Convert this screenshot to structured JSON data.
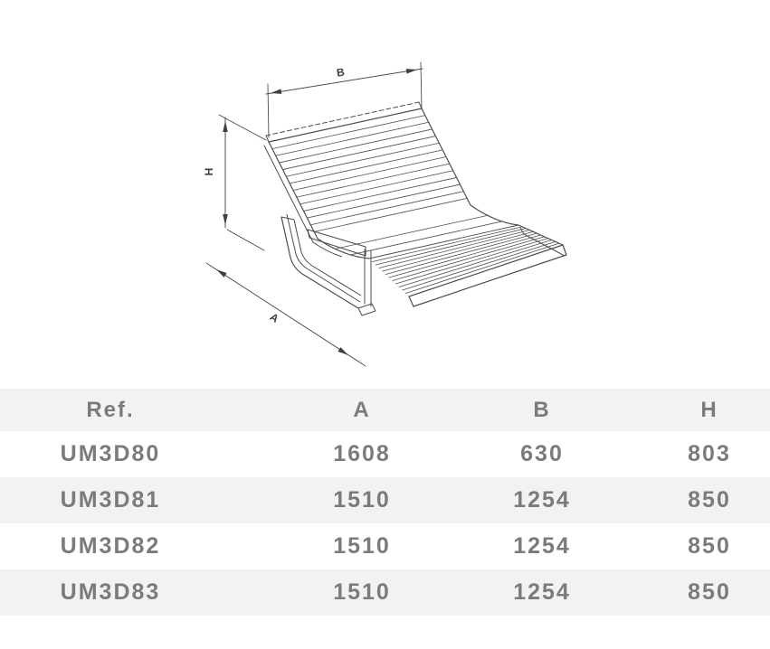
{
  "diagram": {
    "dim_b_label": "B",
    "dim_h_label": "H",
    "dim_a_label": "A",
    "description": "isometric line drawing of slatted bench with dimension lines"
  },
  "colors": {
    "line": "#4d4d4d",
    "label": "#3f3f3f",
    "row_alt_bg": "#f2f2f3",
    "row_bg": "#ffffff",
    "table_text": "#7b7b7e"
  },
  "table": {
    "columns": [
      {
        "label": "Ref."
      },
      {
        "label": "A"
      },
      {
        "label": "B"
      },
      {
        "label": "H"
      }
    ],
    "rows": [
      {
        "ref": "UM3D80",
        "a": "1608",
        "b": "630",
        "h": "803"
      },
      {
        "ref": "UM3D81",
        "a": "1510",
        "b": "1254",
        "h": "850"
      },
      {
        "ref": "UM3D82",
        "a": "1510",
        "b": "1254",
        "h": "850"
      },
      {
        "ref": "UM3D83",
        "a": "1510",
        "b": "1254",
        "h": "850"
      }
    ]
  }
}
